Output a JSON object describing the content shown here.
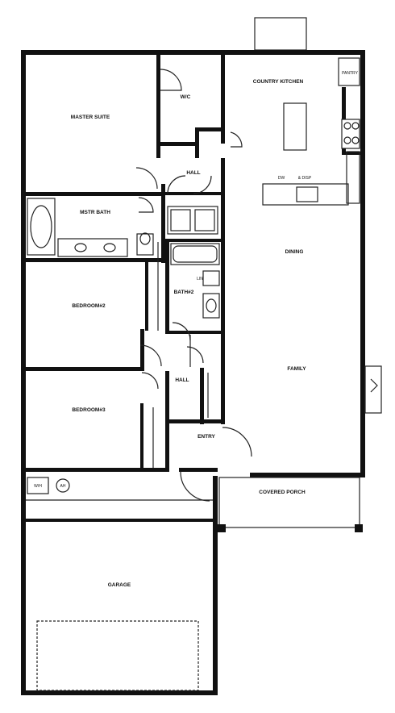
{
  "rooms": {
    "master_suite": "MASTER SUITE",
    "wic": "W/C",
    "country_kitchen": "COUNTRY KITCHEN",
    "hall_top": "HALL",
    "mstr_bath": "MSTR BATH",
    "dining": "DINING",
    "bath2": "BATH#2",
    "bedroom2": "BEDROOM#2",
    "family": "FAMILY",
    "hall_mid": "HALL",
    "bedroom3": "BEDROOM#3",
    "entry": "ENTRY",
    "covered_porch": "COVERED PORCH",
    "garage": "GARAGE"
  },
  "fixtures": {
    "pantry": "PANTRY",
    "dw": "DW",
    "disposal": "& DISP",
    "wh": "W/H",
    "ahu": "AH",
    "lin": "LIN"
  },
  "colors": {
    "wall": "#111111",
    "background": "#ffffff"
  }
}
